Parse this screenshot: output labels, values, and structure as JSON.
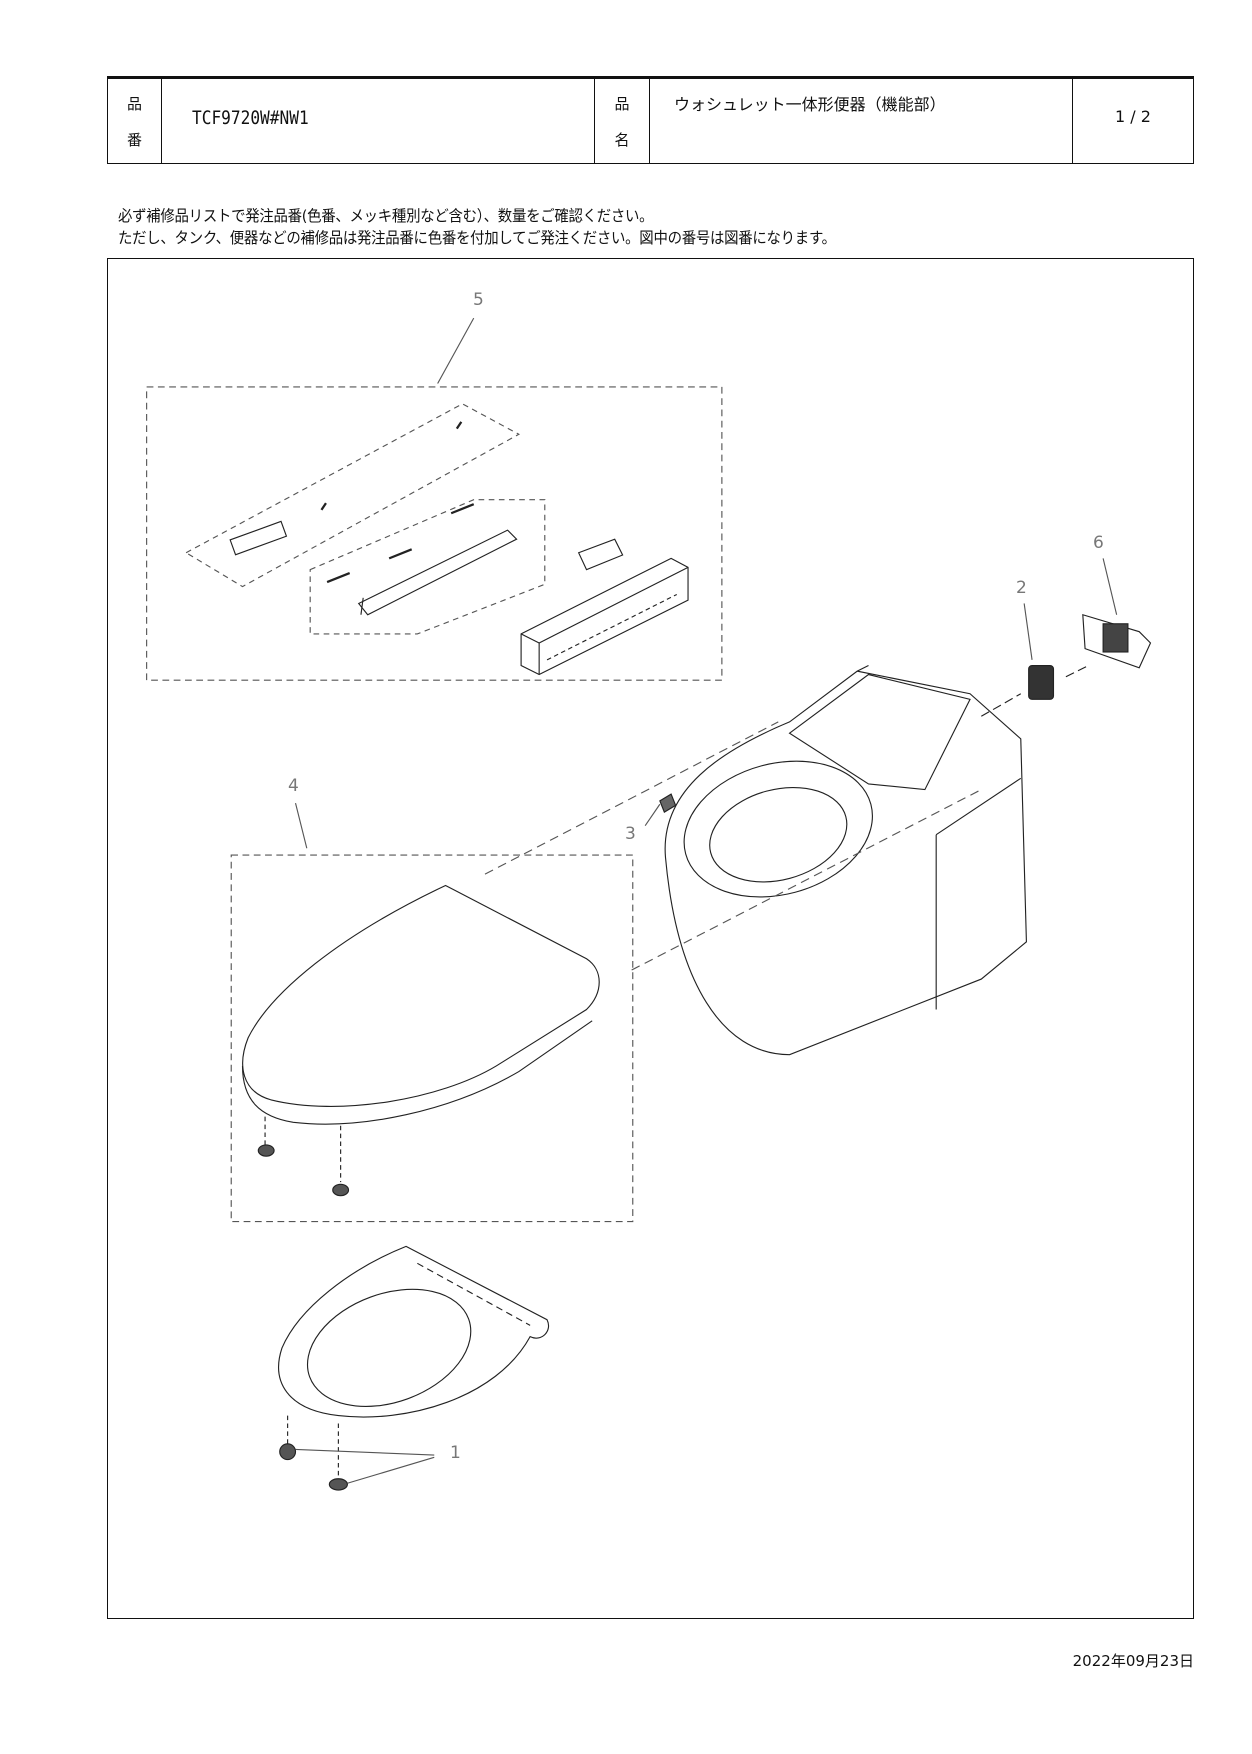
{
  "header": {
    "part_number_label": [
      "品",
      "番"
    ],
    "part_number": "TCF9720W#NW1",
    "product_name_label": [
      "品",
      "名"
    ],
    "product_name": "ウォシュレット一体形便器（機能部）",
    "page": "1 / 2"
  },
  "notes": [
    "必ず補修品リストで発注品番(色番、メッキ種別など含む）、数量をご確認ください。",
    "ただし、タンク、便器などの補修品は発注品番に色番を付加してご発注ください。図中の番号は図番になります。"
  ],
  "callouts": [
    "1",
    "2",
    "3",
    "4",
    "5",
    "6"
  ],
  "date": "2022年09月23日"
}
